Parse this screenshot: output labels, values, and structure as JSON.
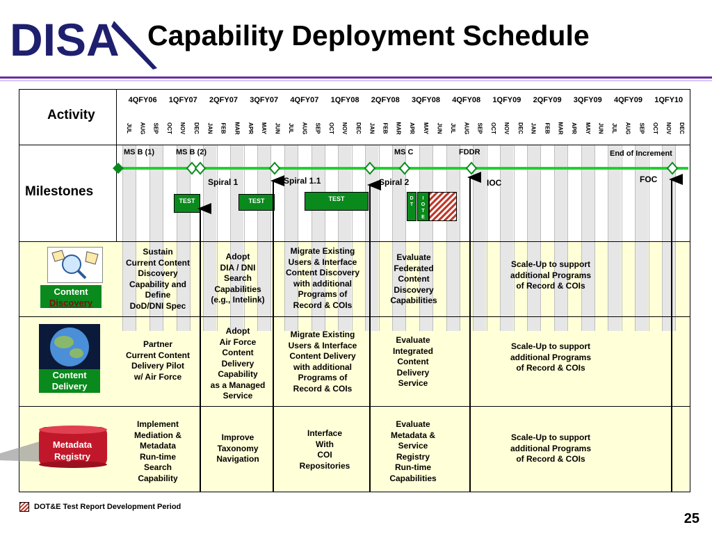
{
  "header": {
    "logo_text": "DISA",
    "title": "Capability Deployment Schedule"
  },
  "colors": {
    "green": "#0a8a1c",
    "navy": "#1f1f6f",
    "purple_rule": "#6b2ca8",
    "yellow_row": "#ffffd8",
    "gray_column": "#e6e6e6",
    "hatch_red": "#c0392b"
  },
  "row_labels": {
    "activity": "Activity",
    "milestones": "Milestones"
  },
  "quarters": [
    "4QFY06",
    "1QFY07",
    "2QFY07",
    "3QFY07",
    "4QFY07",
    "1QFY08",
    "2QFY08",
    "3QFY08",
    "4QFY08",
    "1QFY09",
    "2QFY09",
    "3QFY09",
    "4QFY09",
    "1QFY10"
  ],
  "months": [
    "JUL",
    "AUG",
    "SEP",
    "OCT",
    "NOV",
    "DEC",
    "JAN",
    "FEB",
    "MAR",
    "APR",
    "MAY",
    "JUN",
    "JUL",
    "AUG",
    "SEP",
    "OCT",
    "NOV",
    "DEC",
    "JAN",
    "FEB",
    "MAR",
    "APR",
    "MAY",
    "JUN",
    "JUL",
    "AUG",
    "SEP",
    "OCT",
    "NOV",
    "DEC",
    "JAN",
    "FEB",
    "MAR",
    "APR",
    "MAY",
    "JUN",
    "JUL",
    "AUG",
    "SEP",
    "OCT",
    "NOV",
    "DEC"
  ],
  "milestones": {
    "ms_b1": "MS B (1)",
    "ms_b2": "MS B (2)",
    "ms_c": "MS C",
    "fddr": "FDDR",
    "end_increment": "End of Increment",
    "spiral1": "Spiral 1",
    "spiral11": "Spiral 1.1",
    "spiral2": "Spiral 2",
    "ioc": "IOC",
    "foc": "FOC",
    "test1": "TEST",
    "test2": "TEST",
    "test3": "TEST",
    "dt": "D T",
    "iote": "I O T E"
  },
  "rows": [
    {
      "label_line1": "Content",
      "label_line2": "Discovery",
      "cells": [
        "Sustain\nCurrent Content\nDiscovery\nCapability and\nDefine\nDoD/DNI Spec",
        "Adopt\nDIA / DNI\nSearch\nCapabilities\n(e.g., Intelink)",
        "Migrate Existing\nUsers & Interface\nContent Discovery\nwith additional\nPrograms of\nRecord & COIs",
        "Evaluate\nFederated\nContent\nDiscovery\nCapabilities",
        "Scale-Up to support\nadditional Programs\nof Record & COIs"
      ]
    },
    {
      "label_line1": "Content",
      "label_line2": "Delivery",
      "cells": [
        "Partner\nCurrent Content\nDelivery Pilot\nw/ Air Force",
        "Adopt\nAir Force\nContent\nDelivery\nCapability\nas a Managed\nService",
        "Migrate Existing\nUsers & Interface\nContent Delivery\nwith additional\nPrograms of\nRecord & COIs",
        "Evaluate\nIntegrated\nContent\nDelivery\nService",
        "Scale-Up to support\nadditional Programs\nof Record & COIs"
      ]
    },
    {
      "label_line1": "Metadata",
      "label_line2": "Registry",
      "cells": [
        "Implement\nMediation &\nMetadata\nRun-time\nSearch\nCapability",
        "Improve\nTaxonomy\nNavigation",
        "Interface\nWith\nCOI\nRepositories",
        "Evaluate\nMetadata &\nService\nRegistry\nRun-time\nCapabilities",
        "Scale-Up to support\nadditional Programs\nof Record & COIs"
      ]
    }
  ],
  "legend": {
    "text": "DOT&E Test Report Development Period"
  },
  "page_number": "25"
}
